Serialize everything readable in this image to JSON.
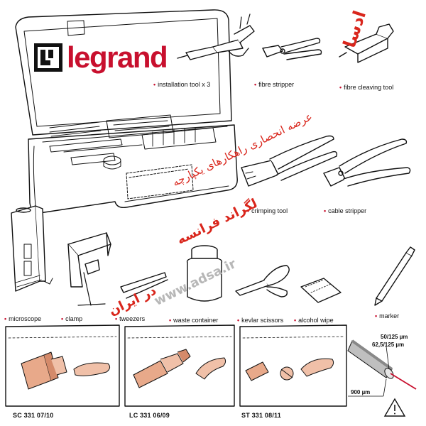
{
  "brand": {
    "name": "legrand",
    "color": "#c8102e"
  },
  "tool_labels": {
    "installation_tool": "installation tool x 3",
    "fibre_stripper": "fibre stripper",
    "fibre_cleaving_tool": "fibre cleaving tool",
    "crimping_tool": "crimping tool",
    "cable_stripper": "cable stripper",
    "microscope": "microscope",
    "clamp": "clamp",
    "tweezers": "tweezers",
    "waste_container": "waste container",
    "kevlar_scissors": "kevlar scissors",
    "alcohol_wipe": "alcohol wipe",
    "marker": "marker"
  },
  "connector_bags": [
    {
      "ref": "SC 331 07/10"
    },
    {
      "ref": "LC 331 06/09"
    },
    {
      "ref": "ST 331 08/11"
    }
  ],
  "fibre": {
    "core_dims_1": "50/125 µm",
    "core_dims_2": "62,5/125 µm",
    "buffer_dim": "900 µm"
  },
  "watermark": {
    "text_1": "ادسا",
    "text_2": "عرضه انحصاری راهکارهای یکپارچه",
    "text_3": "لگراند فرانسه",
    "text_4": "در ایران",
    "site": "www.adsa.ir",
    "color": "#d9261c"
  }
}
